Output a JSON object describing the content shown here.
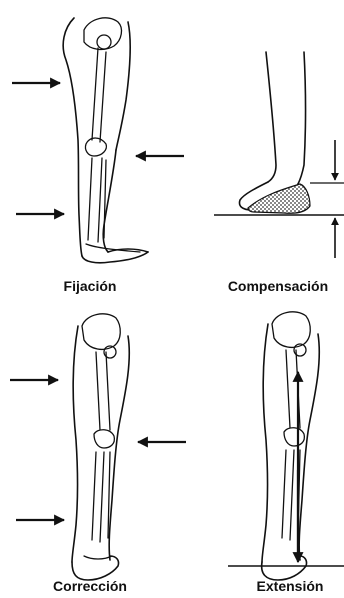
{
  "panels": [
    {
      "id": "fijacion",
      "caption": "Fijación"
    },
    {
      "id": "compensacion",
      "caption": "Compensación"
    },
    {
      "id": "correccion",
      "caption": "Corrección"
    },
    {
      "id": "extension",
      "caption": "Extensión"
    }
  ],
  "colors": {
    "ink": "#111111",
    "background": "#ffffff",
    "sole_shading": "#444444"
  }
}
